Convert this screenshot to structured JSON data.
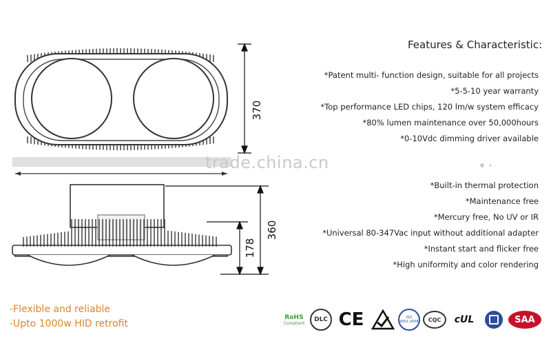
{
  "features": {
    "title": "Features & Characteristic:",
    "items": [
      "*Patent multi- function design, suitable for all projects",
      "*5-5-10 year warranty",
      "*Top performance LED chips, 120 lm/w system efficacy",
      "*80% lumen maintenance over 50,000hours",
      "*0-10Vdc dimming driver available",
      "*Built-in thermal protection",
      "*Maintenance free",
      "*Mercury free, No UV or IR",
      "*Universal 80-347Vac input without additional adapter",
      "*Instant start and flicker free",
      "*High uniformity and color rendering"
    ]
  },
  "notes": [
    "-Flexible and reliable",
    "-Upto 1000w HID retrofit"
  ],
  "watermark": "trade.china.cn",
  "dimensions": {
    "front_height": "370",
    "side_height": "360",
    "side_inner": "178"
  },
  "certifications": {
    "rohs": "RoHS",
    "rohs_sub": "Compliant",
    "dlc": "DLC",
    "ce": "CE",
    "iso": "ISO 9001:2008",
    "cqc": "CQC",
    "cul": "cUL",
    "saa": "SAA"
  },
  "colors": {
    "accent": "#d9852b",
    "text": "#222222",
    "watermark": "#c9c9c9",
    "saa_red": "#c8102e"
  }
}
